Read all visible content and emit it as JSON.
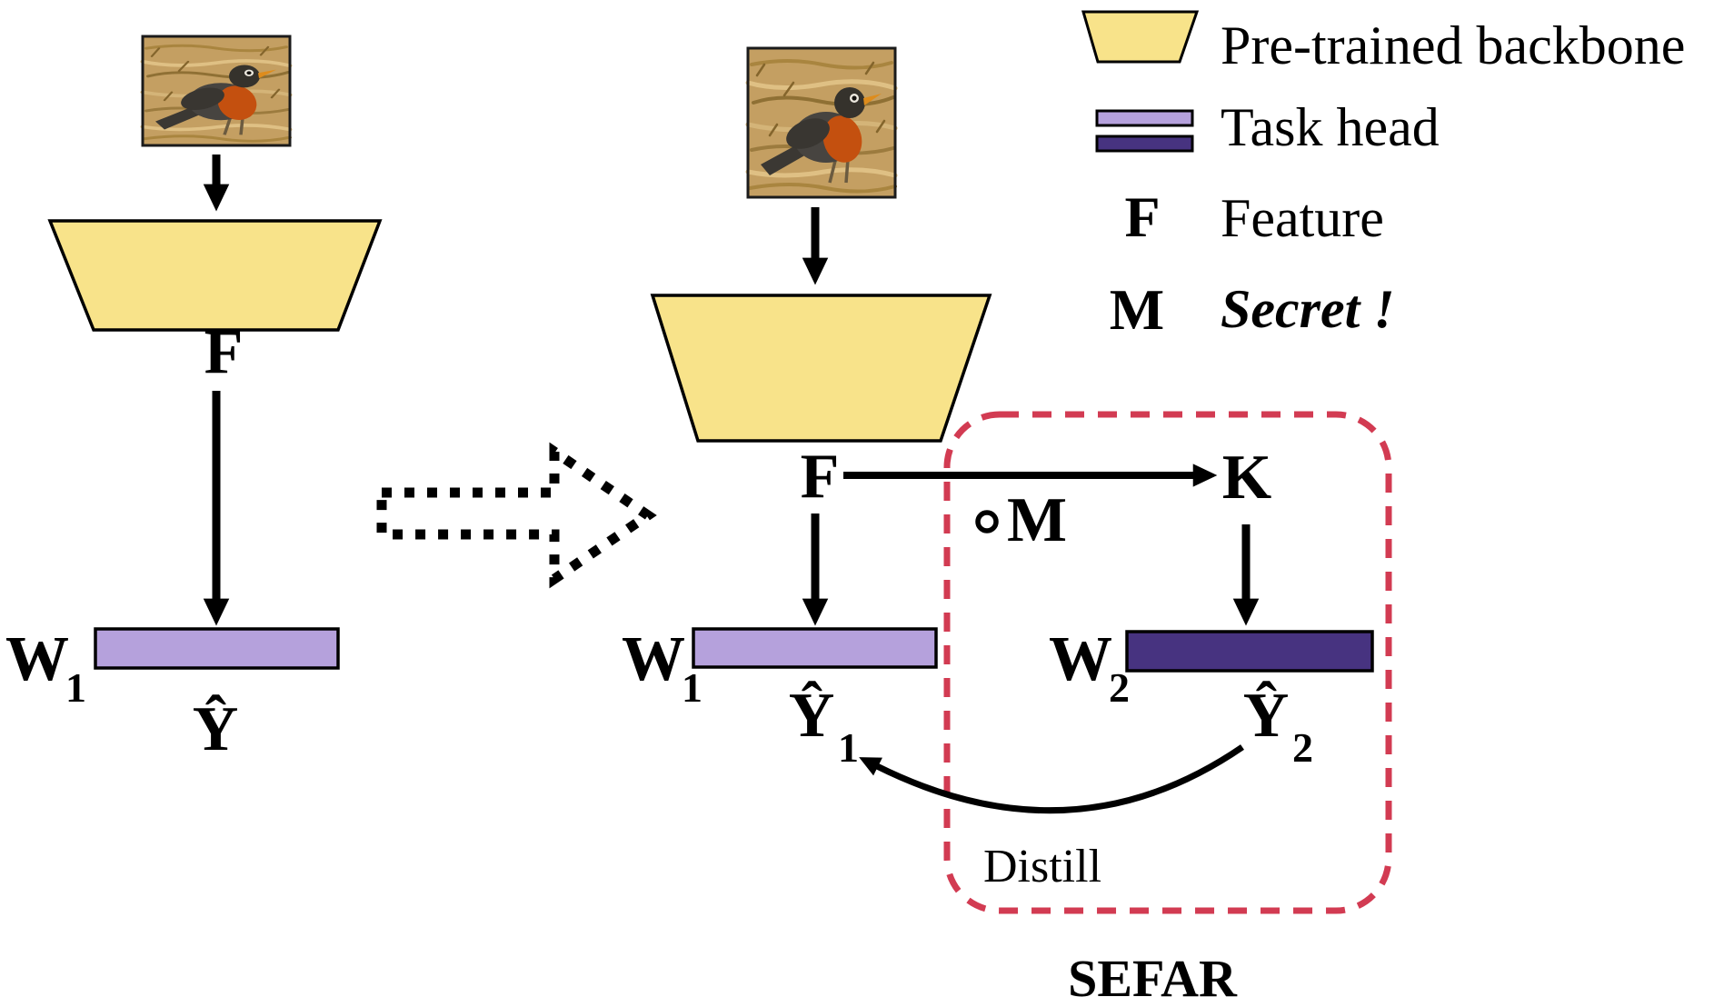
{
  "colors": {
    "backbone_fill": "#F8E38A",
    "head1_fill": "#B5A1DC",
    "head2_fill": "#473380",
    "sefar_red": "#D23B52",
    "outline_black": "#000000"
  },
  "left_model": {
    "input_image": "robin-bird-photo",
    "feature_label": "F",
    "head_weight": "W",
    "head_weight_sub": "1",
    "output_label": "Ŷ"
  },
  "right_model": {
    "input_image": "robin-bird-photo",
    "feature_label": "F",
    "key_label": "K",
    "mask_operator": "∘",
    "mask_label": "M",
    "head1_weight": "W",
    "head1_weight_sub": "1",
    "output1_label": "Ŷ",
    "output1_sub": "1",
    "head2_weight": "W",
    "head2_weight_sub": "2",
    "output2_label": "Ŷ",
    "output2_sub": "2",
    "distill_label": "Distill",
    "box_title": "SEFAR"
  },
  "legend": {
    "backbone_label": "Pre-trained backbone",
    "task_head_label": "Task head",
    "feature_symbol": "F",
    "feature_label": "Feature",
    "mask_symbol": "M",
    "mask_label": "Secret !"
  }
}
